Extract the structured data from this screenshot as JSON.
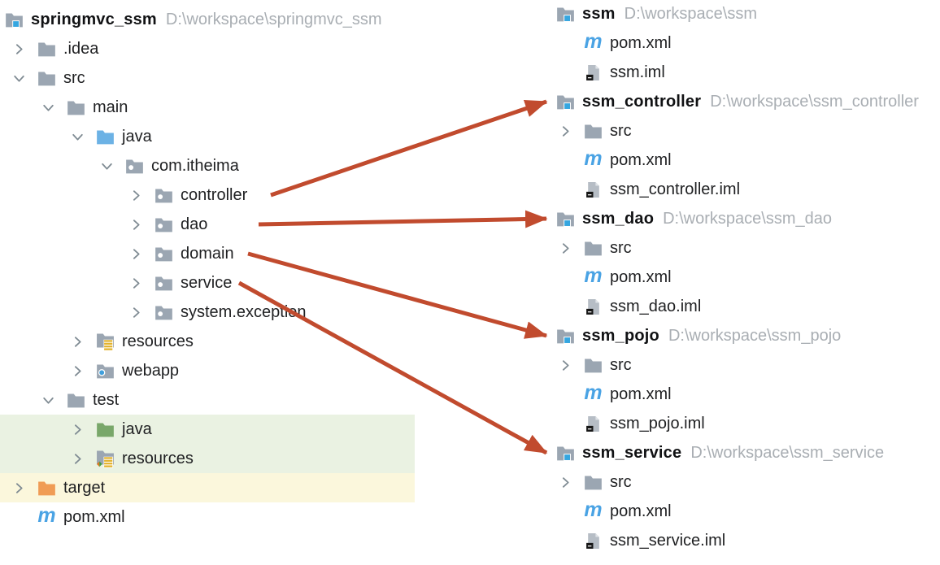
{
  "colors": {
    "arrow": "#c14b2e",
    "highlight_green": "#eaf2e2",
    "highlight_yellow": "#fbf7dc",
    "folder_gray": "#9ba6b2",
    "folder_java_blue": "#6cb2e5",
    "folder_test_green": "#79a76a",
    "folder_target_orange": "#f09c55",
    "module_square_blue": "#35a6e0",
    "webapp_dot_blue": "#3f9fdc",
    "maven_blue": "#4aa3e4",
    "resources_stripe_yellow": "#e2b22c",
    "diamond_orange": "#e07a1f",
    "diamond_green": "#3f9e3f",
    "iml_gray": "#b6bdc5",
    "label_text": "#1f2022",
    "path_text": "#a9aeb3",
    "chevron_gray": "#7f8b93"
  },
  "left_tree": {
    "title": "springmvc_ssm project tree",
    "rows": [
      {
        "level": 0,
        "chevron": "none",
        "icon": "module-icon",
        "label": "springmvc_ssm",
        "path": "D:\\workspace\\springmvc_ssm",
        "bold": true,
        "highlight": "none"
      },
      {
        "level": 1,
        "chevron": "collapsed",
        "icon": "folder-icon",
        "label": ".idea",
        "bold": false,
        "highlight": "none"
      },
      {
        "level": 1,
        "chevron": "expanded",
        "icon": "folder-icon",
        "label": "src",
        "bold": false,
        "highlight": "none"
      },
      {
        "level": 2,
        "chevron": "expanded",
        "icon": "folder-icon",
        "label": "main",
        "bold": false,
        "highlight": "none"
      },
      {
        "level": 3,
        "chevron": "expanded",
        "icon": "sources-root-folder-icon",
        "label": "java",
        "bold": false,
        "highlight": "none"
      },
      {
        "level": 4,
        "chevron": "expanded",
        "icon": "package-icon",
        "label": "com.itheima",
        "bold": false,
        "highlight": "none"
      },
      {
        "level": 5,
        "chevron": "collapsed",
        "icon": "package-icon",
        "label": "controller",
        "bold": false,
        "highlight": "none"
      },
      {
        "level": 5,
        "chevron": "collapsed",
        "icon": "package-icon",
        "label": "dao",
        "bold": false,
        "highlight": "none"
      },
      {
        "level": 5,
        "chevron": "collapsed",
        "icon": "package-icon",
        "label": "domain",
        "bold": false,
        "highlight": "none"
      },
      {
        "level": 5,
        "chevron": "collapsed",
        "icon": "package-icon",
        "label": "service",
        "bold": false,
        "highlight": "none"
      },
      {
        "level": 5,
        "chevron": "collapsed",
        "icon": "package-icon",
        "label": "system.exception",
        "bold": false,
        "highlight": "none"
      },
      {
        "level": 3,
        "chevron": "collapsed",
        "icon": "resources-folder-icon",
        "label": "resources",
        "bold": false,
        "highlight": "none"
      },
      {
        "level": 3,
        "chevron": "collapsed",
        "icon": "webapp-folder-icon",
        "label": "webapp",
        "bold": false,
        "highlight": "none"
      },
      {
        "level": 2,
        "chevron": "expanded",
        "icon": "folder-icon",
        "label": "test",
        "bold": false,
        "highlight": "none"
      },
      {
        "level": 3,
        "chevron": "collapsed",
        "icon": "test-sources-folder-icon",
        "label": "java",
        "bold": false,
        "highlight": "green"
      },
      {
        "level": 3,
        "chevron": "collapsed",
        "icon": "test-resources-folder-icon",
        "label": "resources",
        "bold": false,
        "highlight": "green"
      },
      {
        "level": 1,
        "chevron": "collapsed",
        "icon": "target-folder-icon",
        "label": "target",
        "bold": false,
        "highlight": "yellow"
      },
      {
        "level": 1,
        "chevron": "none",
        "icon": "maven-icon",
        "label": "pom.xml",
        "bold": false,
        "highlight": "none"
      }
    ]
  },
  "right_tree": {
    "title": "ssm modules project trees",
    "rows": [
      {
        "level": 0,
        "chevron": "none",
        "icon": "module-icon",
        "label": "ssm",
        "path": "D:\\workspace\\ssm",
        "bold": true,
        "highlight": "none"
      },
      {
        "level": 1,
        "chevron": "none",
        "icon": "maven-icon",
        "label": "pom.xml",
        "bold": false,
        "highlight": "none"
      },
      {
        "level": 1,
        "chevron": "none",
        "icon": "iml-file-icon",
        "label": "ssm.iml",
        "bold": false,
        "highlight": "none"
      },
      {
        "level": 0,
        "chevron": "none",
        "icon": "module-icon",
        "label": "ssm_controller",
        "path": "D:\\workspace\\ssm_controller",
        "bold": true,
        "highlight": "none"
      },
      {
        "level": 1,
        "chevron": "collapsed",
        "icon": "folder-icon",
        "label": "src",
        "bold": false,
        "highlight": "none"
      },
      {
        "level": 1,
        "chevron": "none",
        "icon": "maven-icon",
        "label": "pom.xml",
        "bold": false,
        "highlight": "none"
      },
      {
        "level": 1,
        "chevron": "none",
        "icon": "iml-file-icon",
        "label": "ssm_controller.iml",
        "bold": false,
        "highlight": "none"
      },
      {
        "level": 0,
        "chevron": "none",
        "icon": "module-icon",
        "label": "ssm_dao",
        "path": "D:\\workspace\\ssm_dao",
        "bold": true,
        "highlight": "none"
      },
      {
        "level": 1,
        "chevron": "collapsed",
        "icon": "folder-icon",
        "label": "src",
        "bold": false,
        "highlight": "none"
      },
      {
        "level": 1,
        "chevron": "none",
        "icon": "maven-icon",
        "label": "pom.xml",
        "bold": false,
        "highlight": "none"
      },
      {
        "level": 1,
        "chevron": "none",
        "icon": "iml-file-icon",
        "label": "ssm_dao.iml",
        "bold": false,
        "highlight": "none"
      },
      {
        "level": 0,
        "chevron": "none",
        "icon": "module-icon",
        "label": "ssm_pojo",
        "path": "D:\\workspace\\ssm_pojo",
        "bold": true,
        "highlight": "none"
      },
      {
        "level": 1,
        "chevron": "collapsed",
        "icon": "folder-icon",
        "label": "src",
        "bold": false,
        "highlight": "none"
      },
      {
        "level": 1,
        "chevron": "none",
        "icon": "maven-icon",
        "label": "pom.xml",
        "bold": false,
        "highlight": "none"
      },
      {
        "level": 1,
        "chevron": "none",
        "icon": "iml-file-icon",
        "label": "ssm_pojo.iml",
        "bold": false,
        "highlight": "none"
      },
      {
        "level": 0,
        "chevron": "none",
        "icon": "module-icon",
        "label": "ssm_service",
        "path": "D:\\workspace\\ssm_service",
        "bold": true,
        "highlight": "none"
      },
      {
        "level": 1,
        "chevron": "collapsed",
        "icon": "folder-icon",
        "label": "src",
        "bold": false,
        "highlight": "none"
      },
      {
        "level": 1,
        "chevron": "none",
        "icon": "maven-icon",
        "label": "pom.xml",
        "bold": false,
        "highlight": "none"
      },
      {
        "level": 1,
        "chevron": "none",
        "icon": "iml-file-icon",
        "label": "ssm_service.iml",
        "bold": false,
        "highlight": "none"
      }
    ]
  },
  "arrows": [
    {
      "from": "controller",
      "to": "ssm_controller"
    },
    {
      "from": "dao",
      "to": "ssm_dao"
    },
    {
      "from": "domain",
      "to": "ssm_pojo"
    },
    {
      "from": "service",
      "to": "ssm_service"
    }
  ]
}
